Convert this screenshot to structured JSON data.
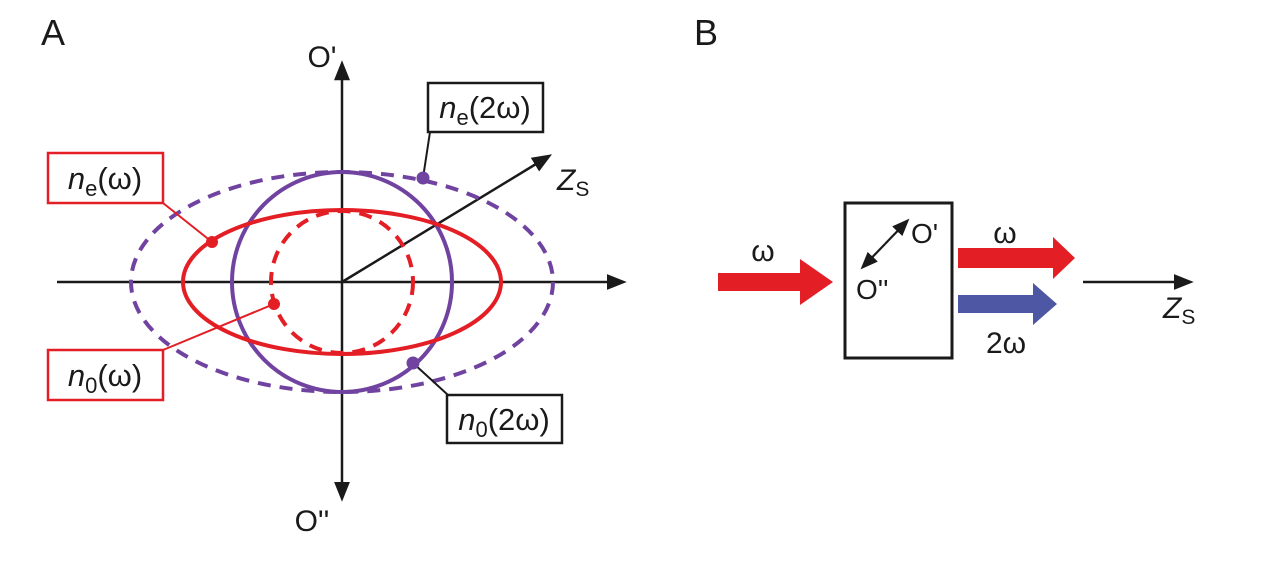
{
  "colors": {
    "red": "#e31e24",
    "purple": "#7143a1",
    "blue": "#4d57a3",
    "black": "#1a1a1a"
  },
  "panelA": {
    "label": "A",
    "axes": {
      "top": "O'",
      "bottom": "O''",
      "zs_base": "Z",
      "zs_sub": "S"
    },
    "callouts": {
      "ne2w": {
        "base": "n",
        "sub": "e",
        "rest": "(2ω)"
      },
      "new": {
        "base": "n",
        "sub": "e",
        "rest": "(ω)"
      },
      "n0w": {
        "base": "n",
        "sub": "0",
        "rest": "(ω)"
      },
      "n02w": {
        "base": "n",
        "sub": "0",
        "rest": "(2ω)"
      }
    },
    "curves": {
      "ne_omega": {
        "style": "solid red ellipse",
        "callout": "new"
      },
      "n0_omega": {
        "style": "dashed red circle",
        "callout": "n0w"
      },
      "n0_2omega": {
        "style": "solid purple circle",
        "callout": "n02w"
      },
      "ne_2omega": {
        "style": "dashed purple ellipse",
        "callout": "ne2w"
      }
    }
  },
  "panelB": {
    "label": "B",
    "input_wave": "ω",
    "output_wave": "ω",
    "output_second_harmonic": "2ω",
    "crystal": {
      "axis_top": "O'",
      "axis_bottom": "O''"
    },
    "zs_base": "Z",
    "zs_sub": "S"
  }
}
